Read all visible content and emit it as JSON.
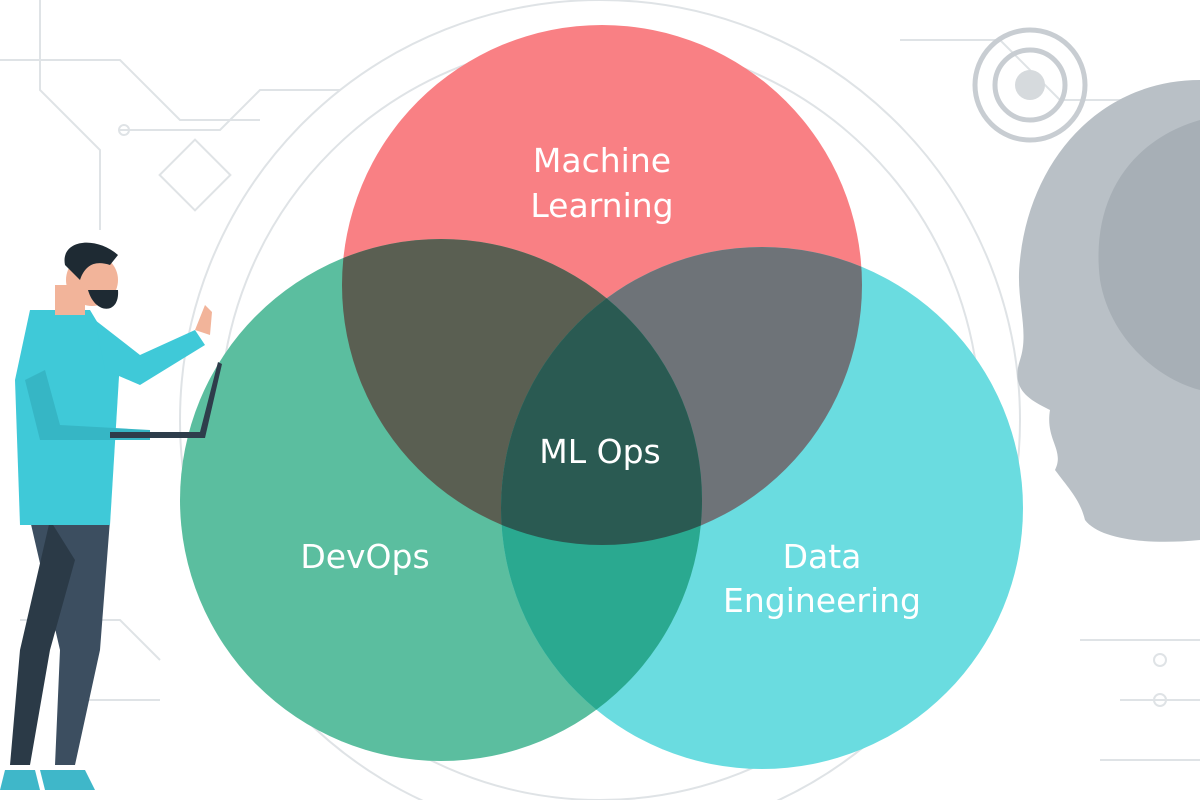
{
  "diagram": {
    "type": "venn",
    "sets": [
      {
        "label_lines": [
          "Machine",
          "Learning"
        ],
        "color": "#F98084"
      },
      {
        "label_lines": [
          "DevOps"
        ],
        "color": "#5BBE9F"
      },
      {
        "label_lines": [
          "Data",
          "Engineering"
        ],
        "color": "#6ADCE0"
      }
    ],
    "intersection_label": "ML Ops",
    "overlap_colors": {
      "ml_devops": "#5A5F52",
      "ml_data": "#6E7378",
      "devops_data": "#2AA990",
      "all": "#2A5A52"
    }
  }
}
